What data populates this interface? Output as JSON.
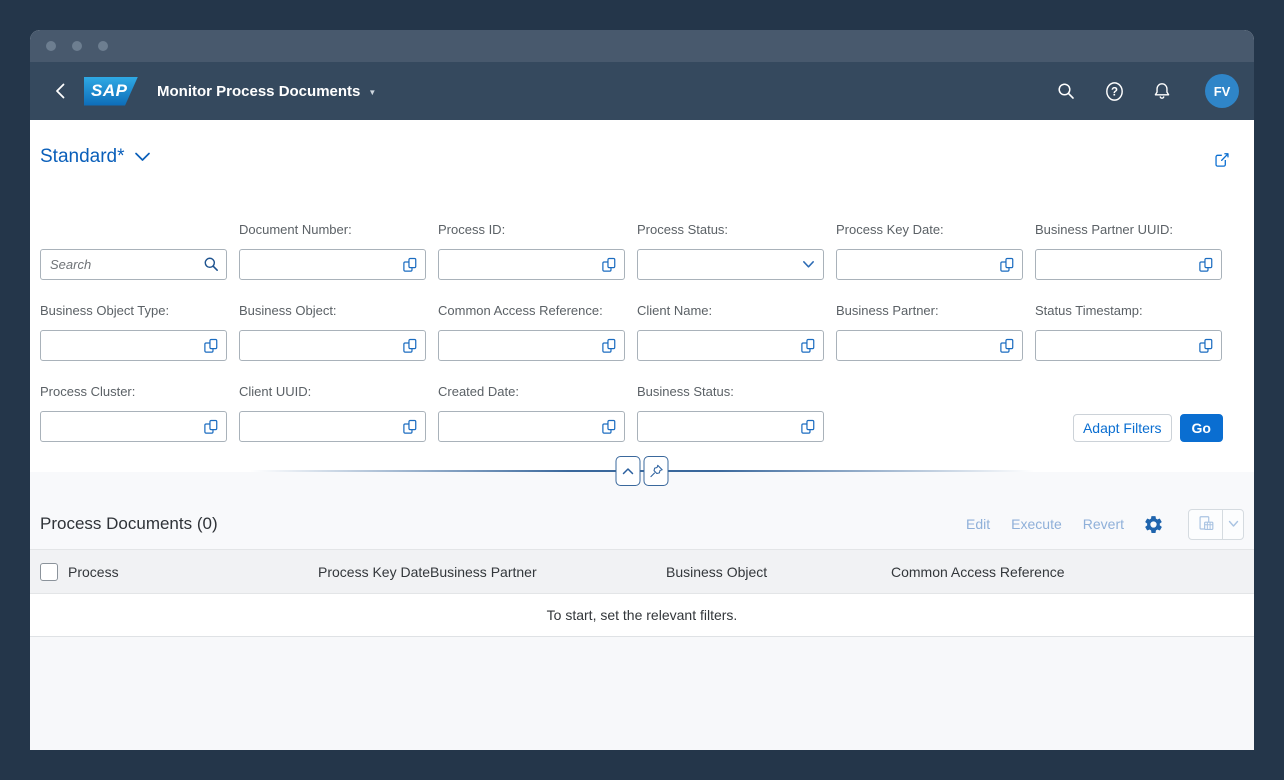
{
  "shell": {
    "product": "SAP",
    "page_title": "Monitor Process Documents",
    "avatar": "FV"
  },
  "filter_bar": {
    "variant": "Standard*",
    "fields": [
      {
        "label": "",
        "type": "search",
        "placeholder": "Search"
      },
      {
        "label": "Document Number:",
        "type": "valuehelp"
      },
      {
        "label": "Process ID:",
        "type": "valuehelp"
      },
      {
        "label": "Process Status:",
        "type": "select"
      },
      {
        "label": "Process Key Date:",
        "type": "valuehelp"
      },
      {
        "label": "Business Partner UUID:",
        "type": "valuehelp"
      },
      {
        "label": "Business Object Type:",
        "type": "valuehelp"
      },
      {
        "label": "Business Object:",
        "type": "valuehelp"
      },
      {
        "label": "Common Access Reference:",
        "type": "valuehelp"
      },
      {
        "label": "Client Name:",
        "type": "valuehelp"
      },
      {
        "label": "Business Partner:",
        "type": "valuehelp"
      },
      {
        "label": "Status Timestamp:",
        "type": "valuehelp"
      },
      {
        "label": "Process Cluster:",
        "type": "valuehelp"
      },
      {
        "label": "Client UUID:",
        "type": "valuehelp"
      },
      {
        "label": "Created Date:",
        "type": "valuehelp"
      },
      {
        "label": "Business Status:",
        "type": "valuehelp"
      }
    ],
    "adapt_filters": "Adapt Filters",
    "go": "Go"
  },
  "table": {
    "title": "Process Documents (0)",
    "actions": [
      {
        "label": "Edit"
      },
      {
        "label": "Execute"
      },
      {
        "label": "Revert"
      }
    ],
    "columns": [
      {
        "label": "Process",
        "align": "left"
      },
      {
        "label": "Process Key Date",
        "align": "right"
      },
      {
        "label": "Business Partner",
        "align": "left"
      },
      {
        "label": "Business Object",
        "align": "left"
      },
      {
        "label": "Common Access Reference",
        "align": "left"
      }
    ],
    "empty_message": "To start, set the relevant filters."
  },
  "colors": {
    "accent": "#0a6ed1",
    "shell_bar": "#35495e",
    "frame": "#24364a",
    "avatar": "#2f85c8",
    "disabled_action": "#8fb0d9"
  }
}
